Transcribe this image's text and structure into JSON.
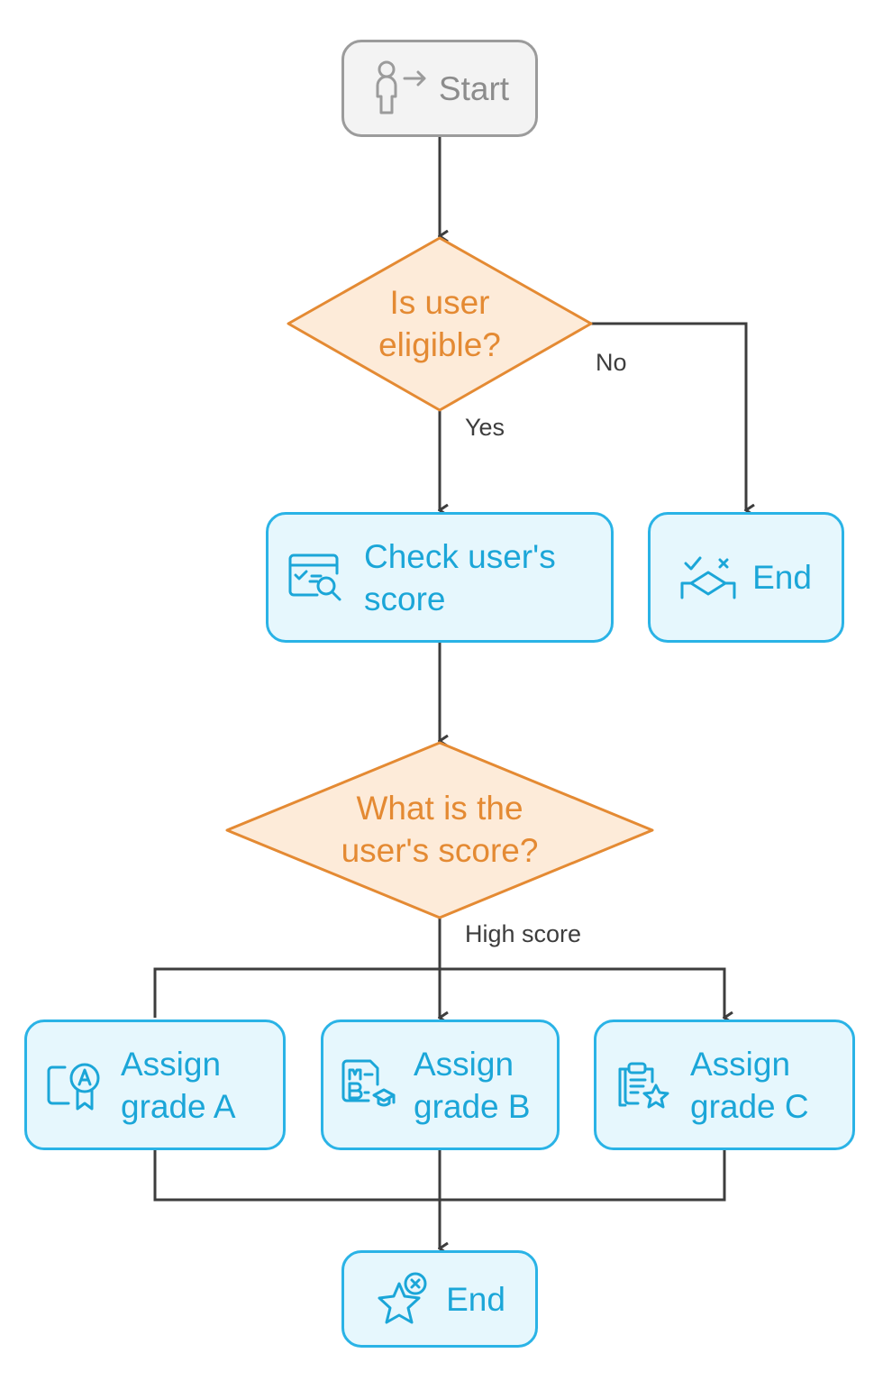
{
  "nodes": {
    "start": {
      "label": "Start",
      "icon": "user-arrow-icon"
    },
    "decision_eligible": {
      "line1": "Is user",
      "line2": "eligible?"
    },
    "check_score": {
      "line1": "Check user's",
      "line2": "score",
      "icon": "score-check-icon"
    },
    "end_not_eligible": {
      "label": "End",
      "icon": "end-cross-icon"
    },
    "decision_score": {
      "line1": "What is the",
      "line2": "user's score?"
    },
    "grade_a": {
      "line1": "Assign",
      "line2": "grade A",
      "icon": "certificate-a-icon"
    },
    "grade_b": {
      "line1": "Assign",
      "line2": "grade B",
      "icon": "grade-list-icon"
    },
    "grade_c": {
      "line1": "Assign",
      "line2": "grade C",
      "icon": "clipboard-star-icon"
    },
    "end_final": {
      "label": "End",
      "icon": "star-cross-icon"
    }
  },
  "edge_labels": {
    "no": "No",
    "yes": "Yes",
    "high_score": "High score"
  },
  "colors": {
    "start_fill": "#f3f3f3",
    "start_stroke": "#9b9b9b",
    "start_text": "#8c8c8c",
    "decision_fill": "#fdebd9",
    "decision_stroke": "#e48a33",
    "decision_text": "#e48a33",
    "process_fill": "#e6f7fd",
    "process_stroke": "#2ab3e6",
    "process_text": "#1ba6d8",
    "connector": "#3d3d3d"
  }
}
